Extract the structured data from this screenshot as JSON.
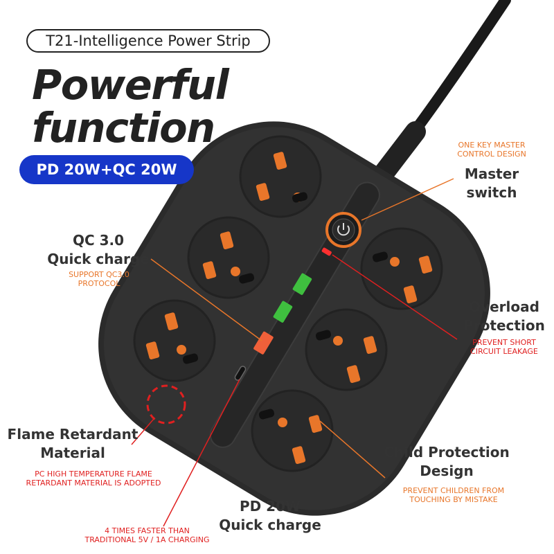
{
  "product_title": "T21-Intelligence Power Strip",
  "headline": {
    "line1": "Powerful",
    "line2": "function"
  },
  "badge": "PD 20W+QC  20W",
  "colors": {
    "badge_blue": "#1636c8",
    "socket_orange": "#e8762a",
    "callout_red": "#e02020",
    "body_black": "#2a2a2a",
    "usb_green": "#3fbf3f"
  },
  "callouts": {
    "master_switch": {
      "note_line1": "ONE KEY MASTER",
      "note_line2": "CONTROL DESIGN",
      "title_line1": "Master",
      "title_line2": "switch"
    },
    "qc": {
      "title_line1": "QC 3.0",
      "title_line2": "Quick charge",
      "note_line1": "SUPPORT QC3.0",
      "note_line2": "PROTOCOL"
    },
    "overload": {
      "title_line1": "Overload",
      "title_line2": "Protection",
      "note_line1": "PREVENT SHORT",
      "note_line2": "CIRCUIT LEAKAGE"
    },
    "flame": {
      "title_line1": "Flame Retardant",
      "title_line2": "Material",
      "note_line1": "PC HIGH TEMPERATURE FLAME",
      "note_line2": "RETARDANT MATERIAL IS ADOPTED"
    },
    "child": {
      "title_line1": "Child Protection",
      "title_line2": "Design",
      "note_line1": "PREVENT CHILDREN FROM",
      "note_line2": "TOUCHING BY MISTAKE"
    },
    "pd": {
      "title_line1": "PD 20W",
      "title_line2": "Quick charge",
      "note_line1": "4 TIMES FASTER THAN",
      "note_line2": "TRADITIONAL 5V / 1A CHARGING"
    }
  },
  "icons": {
    "power": "power-icon"
  }
}
